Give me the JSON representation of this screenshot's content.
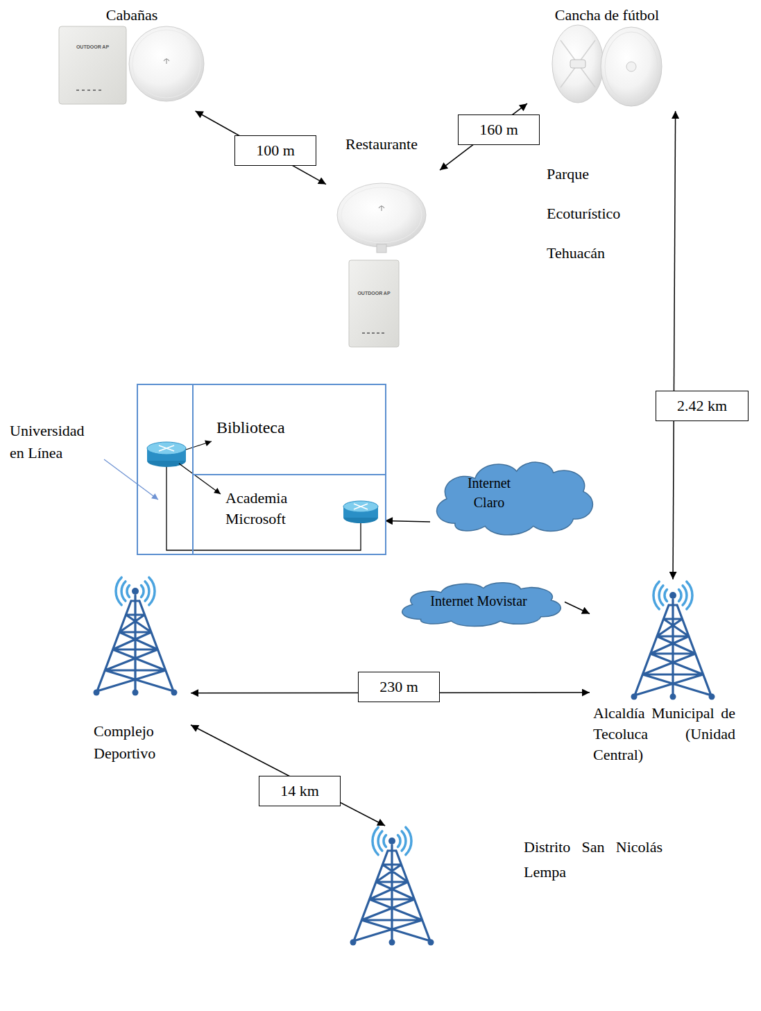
{
  "diagram": {
    "nodes": [
      {
        "text": [
          "Cabañas"
        ]
      },
      {
        "text": [
          "Cancha de fútbol"
        ]
      },
      {
        "text": [
          "Restaurante"
        ]
      },
      {
        "text": [
          "Universidad en Línea"
        ]
      },
      {
        "text": [
          "Biblioteca"
        ],
        "in": 3
      },
      {
        "text": [
          "Academia Microsoft"
        ],
        "in": 3
      },
      {
        "text": [
          "Internet Claro"
        ]
      },
      {
        "text": [
          "Internet Movistar"
        ]
      },
      {
        "text": [
          "Complejo Deportivo"
        ]
      },
      {
        "text": [
          "Alcaldía Municipal de Tecoluca (Unidad Central)"
        ]
      },
      {
        "text": [
          "Distrito San Nicolás Lempa"
        ]
      }
    ],
    "edges": [
      {
        "from": 0,
        "to": 2,
        "label": "100 m",
        "arrow": "both"
      },
      {
        "from": 2,
        "to": 1,
        "label": "160 m",
        "arrow": "both"
      },
      {
        "from": 1,
        "to": 9,
        "label": "2.42 km",
        "arrow": "both"
      },
      {
        "from": 6,
        "to": 5,
        "arrow": "to"
      },
      {
        "from": 7,
        "to": 9,
        "arrow": "to"
      },
      {
        "from": 8,
        "to": 9,
        "label": "230 m",
        "arrow": "both"
      },
      {
        "from": 10,
        "to": 8,
        "label": "14 km",
        "arrow": "both"
      }
    ],
    "labels": [
      "OUTDOOR AP",
      "Parque Ecoturístico Tehuacán",
      "OUTDOOR AP"
    ]
  }
}
